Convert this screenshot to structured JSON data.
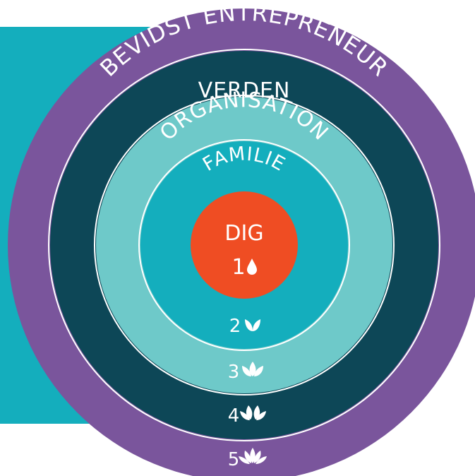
{
  "colors": {
    "background_block": "#14aebd",
    "ring_5": "#7a559c",
    "ring_4": "#0d4757",
    "ring_3": "#6ec9c9",
    "ring_2": "#14aebd",
    "core": "#ef4d23",
    "text": "#ffffff"
  },
  "rings": [
    {
      "level": 5,
      "label": "BEVIDST ENTREPRENEUR",
      "number": "5",
      "icon": "five-petal-lotus-icon"
    },
    {
      "level": 4,
      "label": "VERDEN",
      "number": "4",
      "icon": "four-petal-lotus-icon"
    },
    {
      "level": 3,
      "label": "ORGANISATION",
      "number": "3",
      "icon": "three-petal-lotus-icon"
    },
    {
      "level": 2,
      "label": "FAMILIE",
      "number": "2",
      "icon": "two-leaf-icon"
    }
  ],
  "core": {
    "label": "DIG",
    "number": "1",
    "icon": "droplet-icon"
  }
}
